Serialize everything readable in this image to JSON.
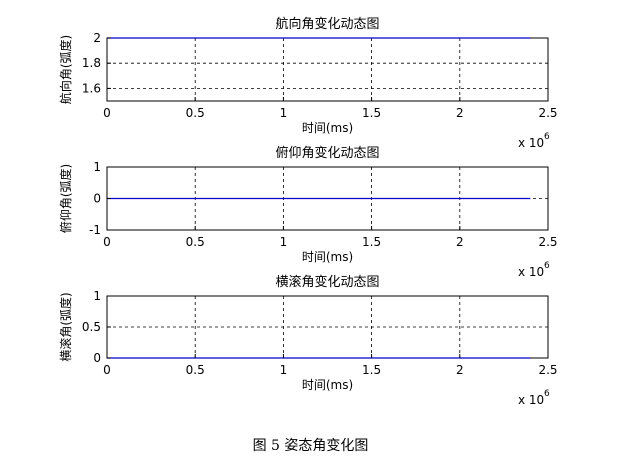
{
  "caption": "图 5 姿态角变化图",
  "colors": {
    "line": "#0000cc",
    "axis": "#000000",
    "grid": "#000000"
  },
  "chart_data": [
    {
      "type": "line",
      "title": "航向角变化动态图",
      "xlabel": "时间(ms)",
      "ylabel": "航向角(弧度)",
      "xlim": [
        0,
        2.5
      ],
      "ylim": [
        1.5,
        2
      ],
      "xticks": [
        0,
        0.5,
        1,
        1.5,
        2,
        2.5
      ],
      "yticks": [
        1.6,
        1.8,
        2
      ],
      "xtick_labels": [
        "0",
        "0.5",
        "1",
        "1.5",
        "2",
        "2.5"
      ],
      "ytick_labels": [
        "1.6",
        "1.8",
        "2"
      ],
      "x_multiplier": "x 10",
      "x_exponent": "6",
      "grid": true,
      "series": [
        {
          "x": [
            0,
            2.4
          ],
          "y": [
            2,
            2
          ]
        }
      ]
    },
    {
      "type": "line",
      "title": "俯仰角变化动态图",
      "xlabel": "时间(ms)",
      "ylabel": "俯仰角(弧度)",
      "xlim": [
        0,
        2.5
      ],
      "ylim": [
        -1,
        1
      ],
      "xticks": [
        0,
        0.5,
        1,
        1.5,
        2,
        2.5
      ],
      "yticks": [
        -1,
        0,
        1
      ],
      "xtick_labels": [
        "0",
        "0.5",
        "1",
        "1.5",
        "2",
        "2.5"
      ],
      "ytick_labels": [
        "-1",
        "0",
        "1"
      ],
      "x_multiplier": "x 10",
      "x_exponent": "6",
      "grid": true,
      "series": [
        {
          "x": [
            0,
            2.4
          ],
          "y": [
            0,
            0
          ]
        }
      ]
    },
    {
      "type": "line",
      "title": "横滚角变化动态图",
      "xlabel": "时间(ms)",
      "ylabel": "横滚角(弧度)",
      "xlim": [
        0,
        2.5
      ],
      "ylim": [
        0,
        1
      ],
      "xticks": [
        0,
        0.5,
        1,
        1.5,
        2,
        2.5
      ],
      "yticks": [
        0,
        0.5,
        1
      ],
      "xtick_labels": [
        "0",
        "0.5",
        "1",
        "1.5",
        "2",
        "2.5"
      ],
      "ytick_labels": [
        "0",
        "0.5",
        "1"
      ],
      "x_multiplier": "x 10",
      "x_exponent": "6",
      "grid": true,
      "series": [
        {
          "x": [
            0,
            2.4
          ],
          "y": [
            0,
            0
          ]
        }
      ]
    }
  ]
}
